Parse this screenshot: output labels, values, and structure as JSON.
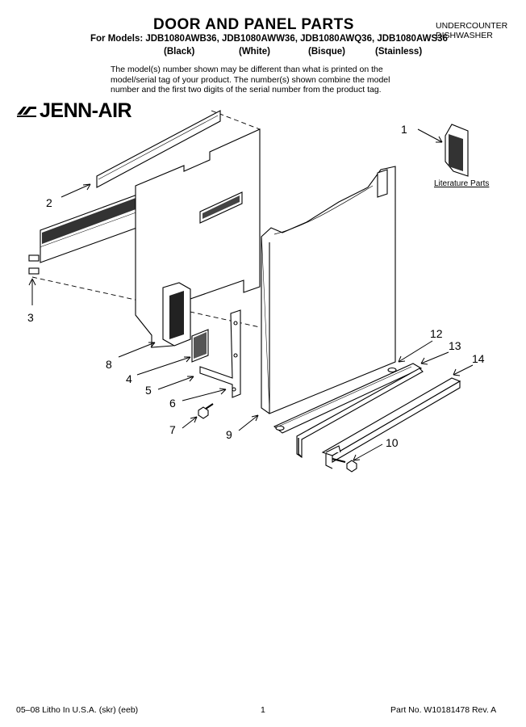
{
  "header": {
    "title": "DOOR AND PANEL PARTS",
    "models_line": "For Models: JDB1080AWB36, JDB1080AWW36, JDB1080AWQ36, JDB1080AWS36",
    "colors": [
      "(Black)",
      "(White)",
      "(Bisque)",
      "(Stainless)"
    ],
    "product_line1": "UNDERCOUNTER",
    "product_line2": "DISHWASHER"
  },
  "note": {
    "line1": "The model(s) number shown may be different than what is printed on the",
    "line2": "model/serial tag of your product. The number(s) shown combine the model",
    "line3": "number and the first two digits of the serial number from the product tag."
  },
  "brand": {
    "logo_text": "JENN-AIR"
  },
  "diagram": {
    "callouts": [
      "1",
      "2",
      "3",
      "4",
      "5",
      "6",
      "7",
      "8",
      "9",
      "10",
      "12",
      "13",
      "14"
    ],
    "literature_label": "Literature Parts"
  },
  "footer": {
    "left": "05–08 Litho In U.S.A. (skr) (eeb)",
    "page": "1",
    "right": "Part No. W10181478 Rev. A"
  }
}
